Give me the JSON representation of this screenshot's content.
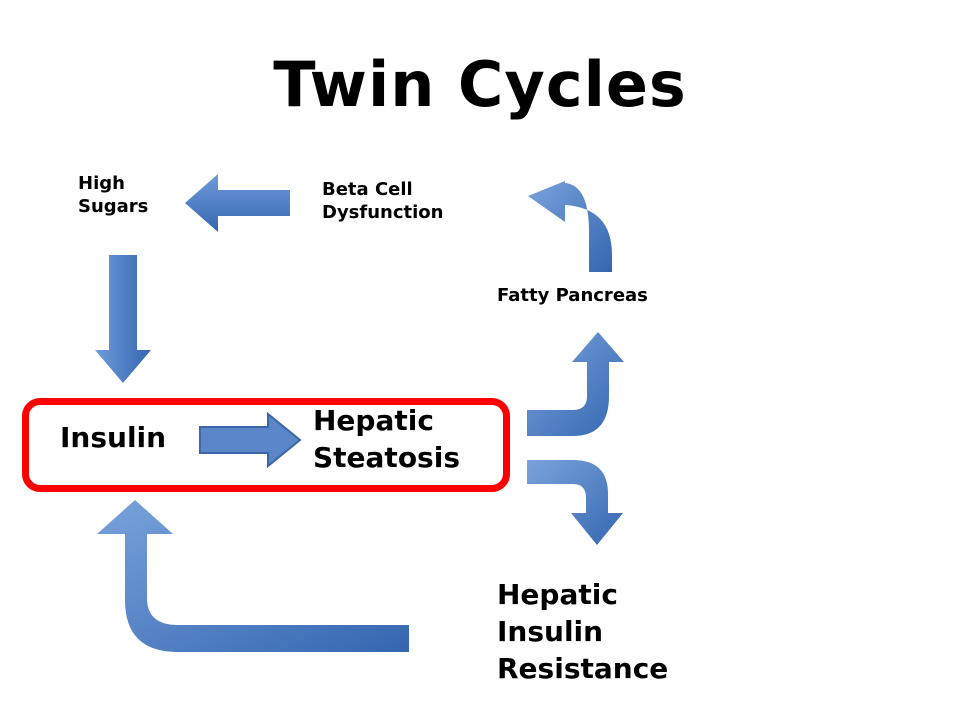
{
  "title": "Twin Cycles",
  "labels": {
    "high_sugars": [
      "High",
      "Sugars"
    ],
    "beta_cell": [
      "Beta Cell",
      "Dysfunction"
    ],
    "fatty_pancreas": "Fatty Pancreas",
    "insulin": "Insulin",
    "hepatic_steatosis": [
      "Hepatic",
      "Steatosis"
    ],
    "hepatic_insulin_resistance": [
      "Hepatic",
      "Insulin",
      "Resistance"
    ]
  },
  "colors": {
    "arrow_light": "#6f9bd9",
    "arrow_dark": "#3466b0",
    "highlight_border": "#ff0000"
  }
}
